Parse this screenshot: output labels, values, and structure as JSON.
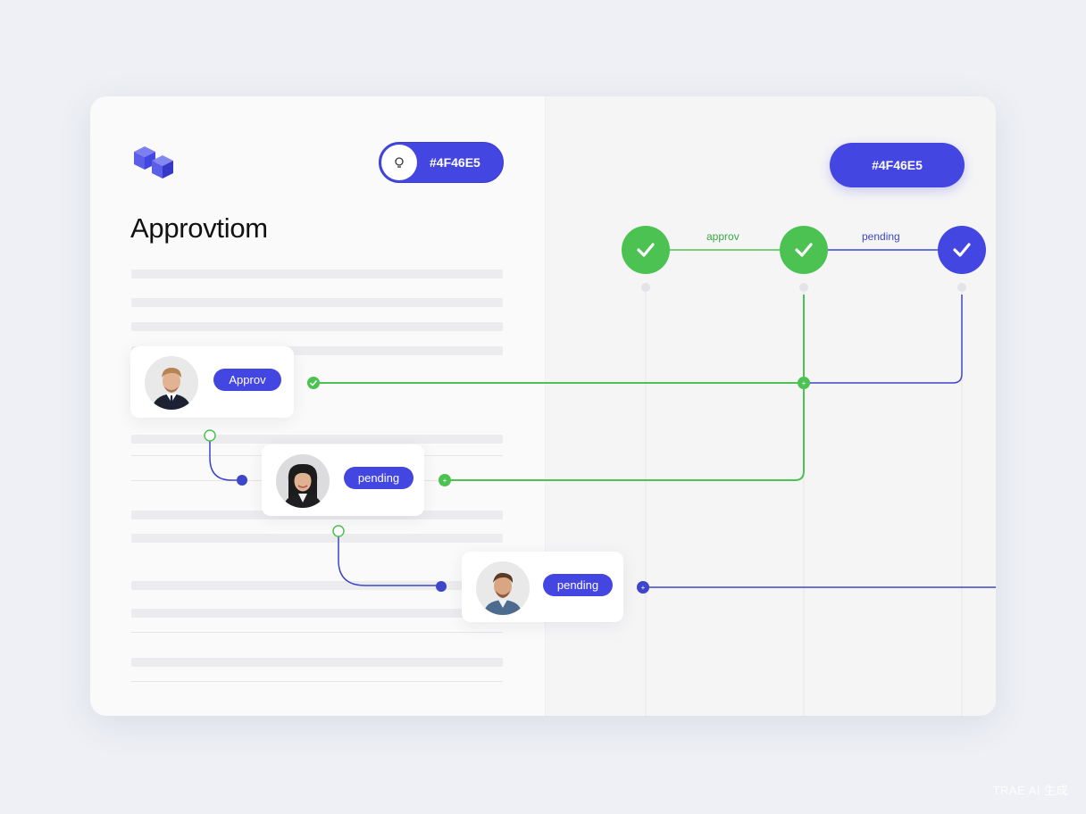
{
  "header": {
    "toggle_label": "#4F46E5",
    "color_button_label": "#4F46E5"
  },
  "page": {
    "title": "Approvtiom"
  },
  "steps": [
    {
      "label": "approv",
      "status": "approved",
      "color": "#4cc253"
    },
    {
      "label": "pending",
      "status": "approved",
      "color": "#4cc253"
    },
    {
      "label": "",
      "status": "current",
      "color": "#4446e2"
    }
  ],
  "approvers": [
    {
      "badge": "Approv",
      "avatar": "man-suit-avatar"
    },
    {
      "badge": "pending",
      "avatar": "woman-avatar"
    },
    {
      "badge": "pending",
      "avatar": "man-blazer-avatar"
    }
  ],
  "colors": {
    "accent": "#4446e2",
    "approved": "#4cc253",
    "connector": "#3d46c9"
  },
  "watermark": "TRAE AI 生成"
}
